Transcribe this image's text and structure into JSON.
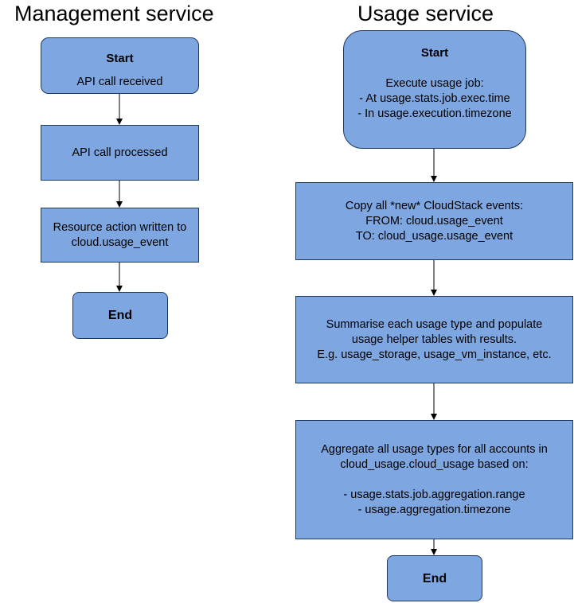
{
  "management": {
    "title": "Management service",
    "steps": {
      "start_title": "Start",
      "start_text": "API call received",
      "processed": "API call processed",
      "written_line1": "Resource action written to",
      "written_line2": "cloud.usage_event",
      "end": "End"
    }
  },
  "usage": {
    "title": "Usage service",
    "start": {
      "title": "Start",
      "line1": "Execute usage job:",
      "line2": "- At usage.stats.job.exec.time",
      "line3": "- In usage.execution.timezone"
    },
    "copy": {
      "line1": "Copy all *new* CloudStack events:",
      "line2": "FROM: cloud.usage_event",
      "line3": "TO: cloud_usage.usage_event"
    },
    "summarise": {
      "line1": "Summarise each usage type and populate",
      "line2": "usage helper tables with results.",
      "line3": "E.g. usage_storage, usage_vm_instance, etc."
    },
    "aggregate": {
      "line1": "Aggregate all usage types for all accounts in",
      "line2": "cloud_usage.cloud_usage based on:",
      "line3": "- usage.stats.job.aggregation.range",
      "line4": "- usage.aggregation.timezone"
    },
    "end": "End"
  },
  "colors": {
    "box_fill": "#7ea6e0",
    "box_border": "#1f3a60",
    "connector": "#000000"
  }
}
